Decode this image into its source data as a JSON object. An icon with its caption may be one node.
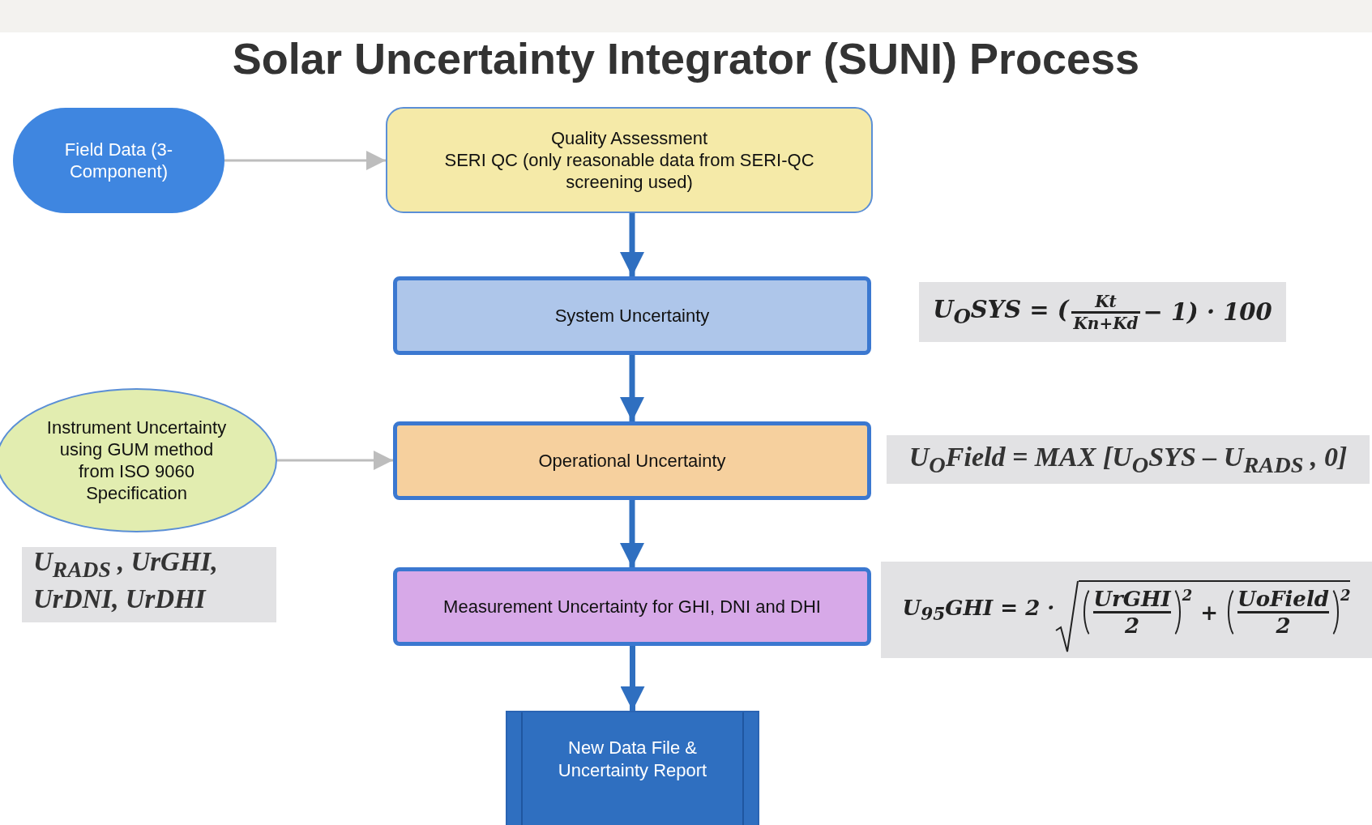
{
  "diagram": {
    "title": "Solar Uncertainty Integrator (SUNI) Process",
    "nodes": [
      {
        "text": [
          "Field Data (3-Component)"
        ]
      },
      {
        "text": [
          "Quality Assessment",
          "SERI QC (only reasonable data from SERI-QC screening used)"
        ]
      },
      {
        "text": [
          "System Uncertainty"
        ]
      },
      {
        "text": [
          "U$_{O}$SYS = (",
          "Kt",
          "Kn+Kd",
          "− 1) · 100"
        ]
      },
      {
        "text": [
          "Instrument Uncertainty using GUM method from ISO 9060 Specification"
        ]
      },
      {
        "text": [
          "Operational Uncertainty"
        ]
      },
      {
        "text": [
          "U$_{O}$Field = MAX [U$_{O}$SYS – U$_{RADS}$ , 0]"
        ]
      },
      {
        "text": [
          "U$_{RADS}$ , UrGHI, UrDNI, UrDHI"
        ]
      },
      {
        "text": [
          "Measurement Uncertainty for GHI, DNI and DHI"
        ]
      },
      {
        "text": [
          "U$_{95}$GHI = 2 ·",
          "UrGHI",
          "2",
          "2",
          "+",
          "UoField",
          "2",
          "2"
        ]
      },
      {
        "text": [
          "New Data File & Uncertainty Report"
        ]
      }
    ],
    "edges": [
      {
        "from": 0,
        "to": 1,
        "arrow": "to",
        "color": "#bdbdbd"
      },
      {
        "from": 1,
        "to": 2,
        "arrow": "to"
      },
      {
        "from": 2,
        "to": 5,
        "arrow": "to"
      },
      {
        "from": 5,
        "to": 8,
        "arrow": "to"
      },
      {
        "from": 8,
        "to": 10,
        "arrow": "to"
      },
      {
        "from": 4,
        "to": 5,
        "arrow": "to",
        "color": "#bdbdbd"
      }
    ]
  }
}
